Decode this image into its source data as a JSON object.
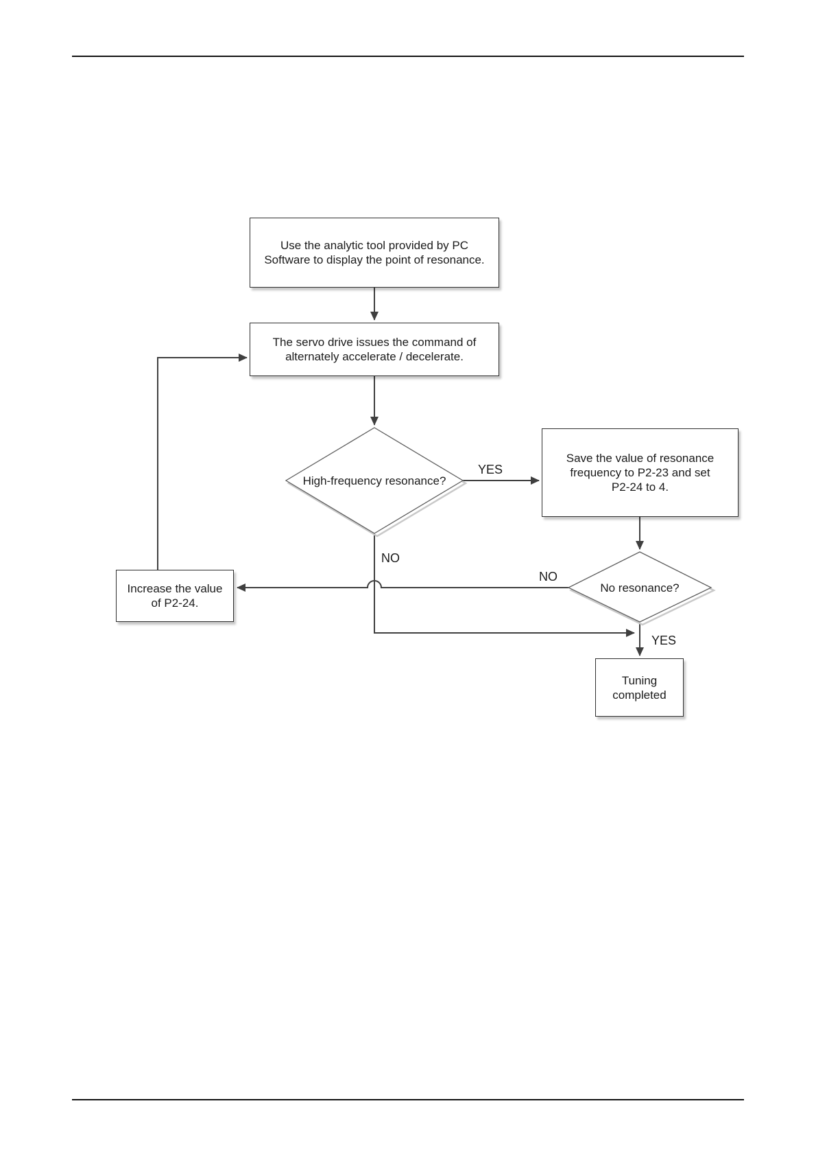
{
  "flowchart": {
    "nodes": {
      "start": {
        "lines": [
          "Use the analytic tool provided by PC",
          "Software to display the point of resonance."
        ]
      },
      "command": {
        "lines": [
          "The servo drive issues the command of",
          "alternately accelerate / decelerate."
        ]
      },
      "hf_decision": {
        "text": "High-frequency resonance?"
      },
      "save": {
        "lines": [
          "Save the value of resonance",
          "frequency to P2-23 and set",
          "P2-24 to 4."
        ]
      },
      "no_res_decision": {
        "text": "No resonance?"
      },
      "increase": {
        "lines": [
          "Increase the value",
          "of P2-24."
        ]
      },
      "done": {
        "lines": [
          "Tuning",
          "completed"
        ]
      }
    },
    "edge_labels": {
      "hf_yes": "YES",
      "hf_no": "NO",
      "nores_no": "NO",
      "nores_yes": "YES"
    },
    "colors": {
      "line": "#3f3f3f",
      "box_border": "#2e2e2e",
      "diamond_border": "#5f5f5f",
      "shadow": "#c9c9c9",
      "text": "#1a1a1a",
      "rule": "#111111",
      "background": "#ffffff"
    }
  }
}
